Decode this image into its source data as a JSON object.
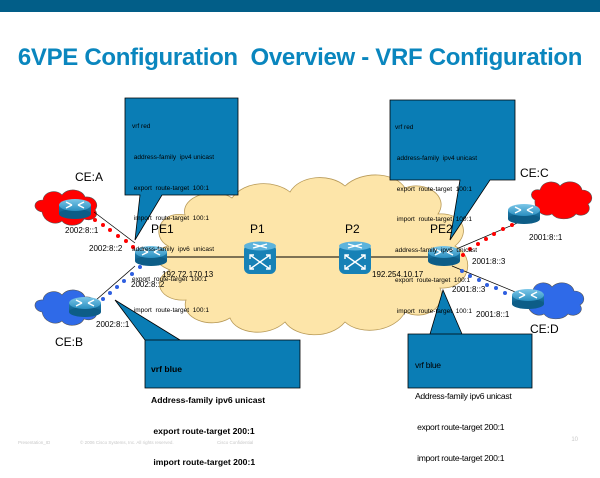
{
  "slide": {
    "title": "6VPE Configuration  Overview - VRF Configuration",
    "accent_color": "#025e88",
    "title_color": "#0a86be",
    "callout_color": "#0a7db5"
  },
  "nodes": {
    "pe1": "PE1",
    "pe2": "PE2",
    "p1": "P1",
    "p2": "P2",
    "ce_a": "CE:A",
    "ce_b": "CE:B",
    "ce_c": "CE:C",
    "ce_d": "CE:D"
  },
  "addresses": {
    "ce_a_addr": "2002:8::1",
    "pe1_red_addr": "2002:8::2",
    "pe1_blue_addr": "2002:8::2",
    "ce_b_addr": "2002:8::1",
    "pe1_core_addr": "192.72.170.13",
    "pe2_core_addr": "192.254.10.17",
    "ce_c_addr": "2001:8::1",
    "pe2_red_addr": "2001:8::3",
    "pe2_blue_addr": "2001:8::3",
    "ce_d_addr": "2001:8::1"
  },
  "callouts": {
    "pe1_red": [
      "vrf red",
      " address-family  ipv4 unicast",
      " export  route-target  100:1",
      " import  route-target  100:1",
      "address-family  ipv6  unicast",
      "export  route-target  100:1",
      " import  route-target  100:1"
    ],
    "pe2_red": [
      "vrf red",
      " address-family  ipv4 unicast",
      " export  route-target  100:1",
      " import  route-target  100:1",
      "address-family  ipv6  unicast",
      "export  route-target  100:1",
      " import  route-target  100:1"
    ],
    "pe1_blue": [
      "vrf blue",
      "Address-family ipv6 unicast",
      " export route-target 200:1",
      " import route-target 200:1"
    ],
    "pe2_blue": [
      "vrf blue",
      "Address-family ipv6 unicast",
      " export route-target 200:1",
      " import route-target 200:1"
    ]
  },
  "footer": {
    "presentation_id": "Presentation_ID",
    "copyright": "© 2006 Cisco Systems, Inc. All rights reserved.",
    "confidential": "Cisco Confidential",
    "page_number": "10"
  }
}
